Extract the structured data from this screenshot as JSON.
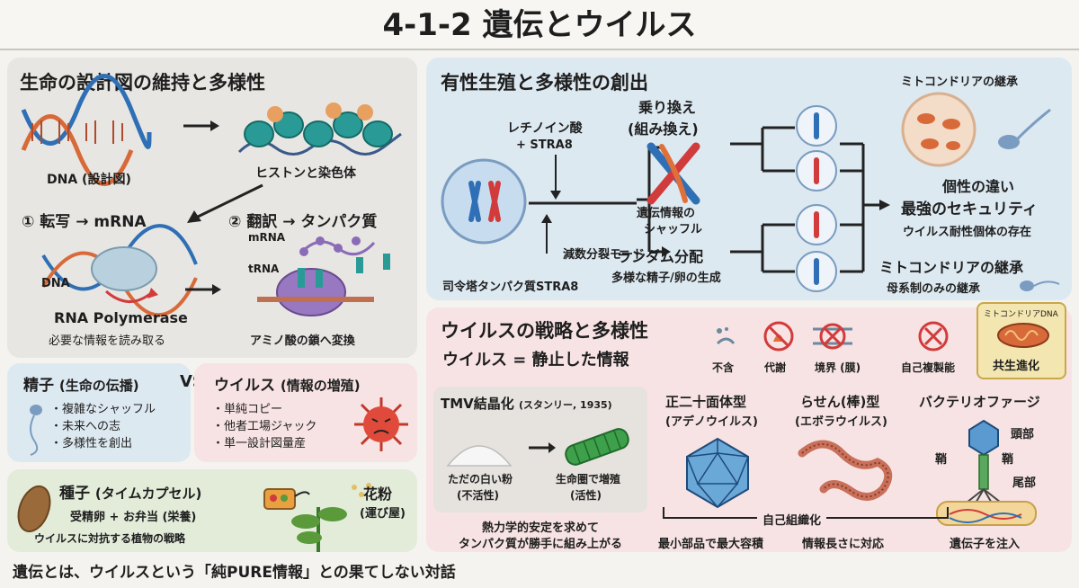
{
  "title": "4-1-2 遺伝とウイルス",
  "p1": {
    "heading": "生命の設計図の維持と多様性",
    "dna": "DNA (設計図)",
    "histone": "ヒストンと染色体",
    "step1": "① 転写 → mRNA",
    "step2": "② 翻訳 → タンパク質",
    "mrna": "mRNA",
    "trna": "tRNA",
    "dna_small": "DNA",
    "polymerase": "RNA Polymerase",
    "polymerase_desc": "必要な情報を読み取る",
    "amino": "アミノ酸の鎖へ変換"
  },
  "p2": {
    "heading": "有性生殖と多様性の創出",
    "retinoic": "レチノイン酸",
    "stra8": "+ STRA8",
    "meiosis": "減数分裂モード",
    "stra8_protein": "司令塔タンパク質STRA8",
    "crossover": "乗り換え",
    "crossover2": "(組み換え)",
    "shuffle1": "遺伝情報の",
    "shuffle2": "シャッフル",
    "random": "ランダム分配",
    "random_desc": "多様な精子/卵の生成",
    "individuality": "個性の違い",
    "security": "最強のセキュリティ",
    "resistant": "ウイルス耐性個体の存在",
    "mito_top": "ミトコンドリアの継承",
    "mito_bottom": "ミトコンドリアの継承",
    "maternal": "母系制のみの継承"
  },
  "p3": {
    "sperm_title": "精子",
    "sperm_sub": "(生命の伝播)",
    "vs": "VS",
    "sperm_items": [
      "複雑なシャッフル",
      "未来への志",
      "多様性を創出"
    ]
  },
  "p4": {
    "virus_title": "ウイルス",
    "virus_sub": "(情報の増殖)",
    "virus_items": [
      "単純コピー",
      "他者工場ジャック",
      "単一設計図量産"
    ]
  },
  "p5": {
    "seed_title": "種子",
    "seed_sub": "(タイムカプセル)",
    "seed_desc": "受精卵 + お弁当 (栄養)",
    "strategy": "ウイルスに対抗する植物の戦略",
    "pollen": "花粉",
    "pollen_sub": "(運び屋)"
  },
  "p6": {
    "heading": "ウイルスの戦略と多様性",
    "subheading": "ウイルス = 静止した情報",
    "icons": [
      "不含",
      "代謝",
      "境界 (膜)",
      "自己複製能"
    ],
    "mito_dna": "ミトコンドリアDNA",
    "symbiosis": "共生進化",
    "tmv_title": "TMV結晶化",
    "tmv_sub": "(スタンリー, 1935)",
    "powder1": "ただの白い粉",
    "powder2": "(不活性)",
    "grow1": "生命圏で増殖",
    "grow2": "(活性)",
    "thermo1": "熱力学的安定を求めて",
    "thermo2": "タンパク質が勝手に組み上がる",
    "icosa": "正二十面体型",
    "icosa_sub": "(アデノウイルス)",
    "helix": "らせん(棒)型",
    "helix_sub": "(エボラウイルス)",
    "phage": "バクテリオファージ",
    "head": "頭部",
    "sheath_l": "鞘",
    "sheath_r": "鞘",
    "tail": "尾部",
    "inject": "遺伝子を注入",
    "self_org": "自己組織化",
    "min_max": "最小部品で最大容積",
    "length": "情報長さに対応"
  },
  "footer": "遺伝とは、ウイルスという「純PURE情報」との果てしない対話",
  "colors": {
    "red": "#d23b3b",
    "blue": "#2f6fb5",
    "teal": "#2a9a96",
    "purple": "#8a6bb8",
    "orange": "#e08a3a",
    "green": "#5a9a3a"
  }
}
